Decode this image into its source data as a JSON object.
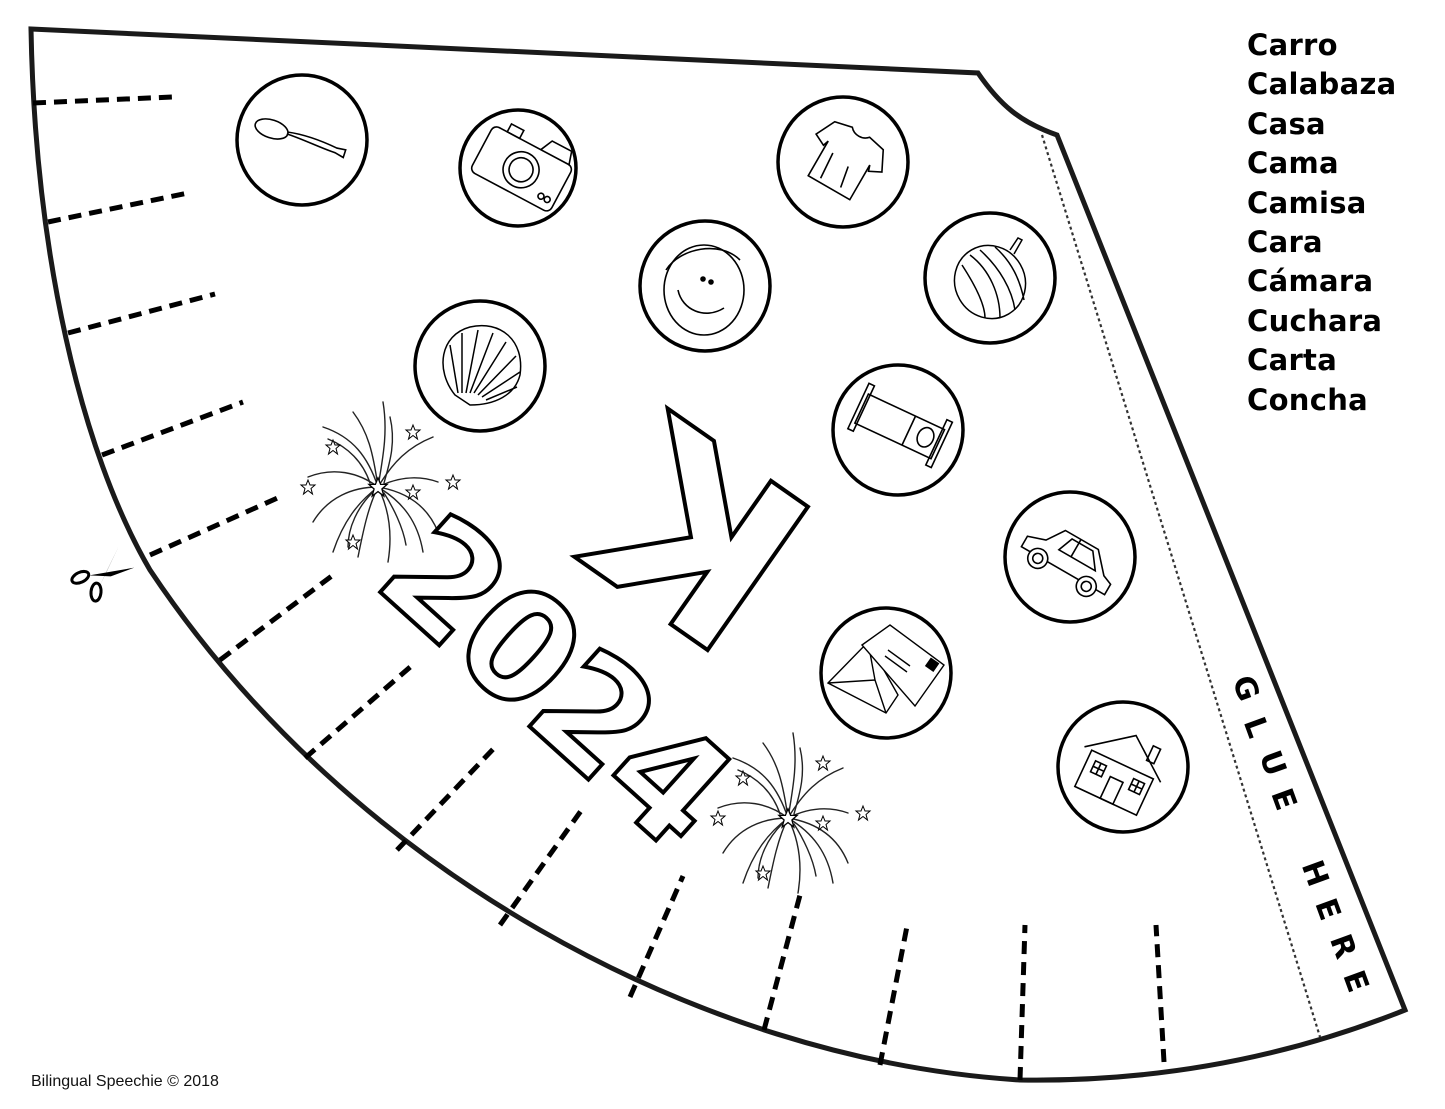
{
  "worksheet": {
    "title_letter": "K",
    "year": "2024",
    "glue_label": {
      "word1": [
        "G",
        "L",
        "U",
        "E"
      ],
      "word2": [
        "H",
        "E",
        "R",
        "E"
      ]
    },
    "footer": "Bilingual Speechie © 2018"
  },
  "word_list": [
    "Carro",
    "Calabaza",
    "Casa",
    "Cama",
    "Camisa",
    "Cara",
    "Cámara",
    "Cuchara",
    "Carta",
    "Concha"
  ],
  "pictures": [
    {
      "name": "spoon",
      "word": "Cuchara"
    },
    {
      "name": "camera",
      "word": "Cámara"
    },
    {
      "name": "shirt",
      "word": "Camisa"
    },
    {
      "name": "face",
      "word": "Cara"
    },
    {
      "name": "pumpkin",
      "word": "Calabaza"
    },
    {
      "name": "shell",
      "word": "Concha"
    },
    {
      "name": "bed",
      "word": "Cama"
    },
    {
      "name": "car",
      "word": "Carro"
    },
    {
      "name": "letter",
      "word": "Carta"
    },
    {
      "name": "house",
      "word": "Casa"
    }
  ],
  "colors": {
    "ink": "#000000",
    "paper": "#ffffff"
  }
}
